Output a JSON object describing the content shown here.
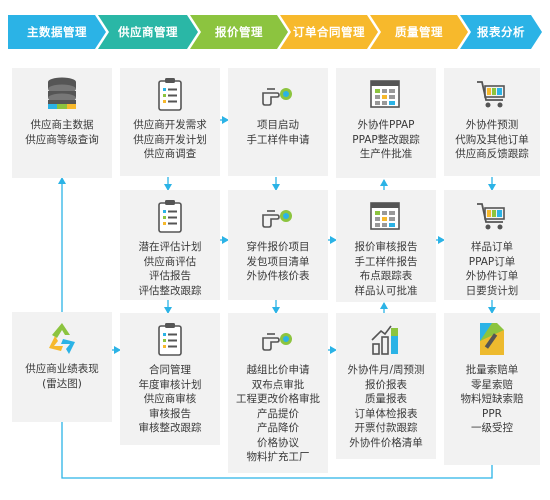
{
  "header": {
    "steps": [
      {
        "label": "主数据管理",
        "color": "#2bb3e6"
      },
      {
        "label": "供应商管理",
        "color": "#2ab7a6"
      },
      {
        "label": "报价管理",
        "color": "#8cc43f"
      },
      {
        "label": "订单合同管理",
        "color": "#f7b92c"
      },
      {
        "label": "质量管理",
        "color": "#f7b92c"
      },
      {
        "label": "报表分析",
        "color": "#2bb3e6"
      }
    ]
  },
  "cards": {
    "master_top": {
      "icon": "database-icon",
      "lines": [
        "供应商主数据",
        "供应商等级查询"
      ]
    },
    "master_bottom": {
      "icon": "recycle-icon",
      "lines": [
        "供应商业绩表现",
        "(雷达图)"
      ]
    },
    "supplier_1": {
      "icon": "checklist-icon",
      "lines": [
        "供应商开发需求",
        "供应商开发计划",
        "供应商调查"
      ]
    },
    "supplier_2": {
      "icon": "checklist-icon",
      "lines": [
        "潜在评估计划",
        "供应商评估",
        "评估报告",
        "评估整改跟踪"
      ]
    },
    "supplier_3": {
      "icon": "checklist-icon",
      "lines": [
        "合同管理",
        "年度审核计划",
        "供应商审核",
        "审核报告",
        "审核整改跟踪"
      ]
    },
    "quote_1": {
      "icon": "hand-pointer-icon",
      "lines": [
        "项目启动",
        "手工样件申请"
      ]
    },
    "quote_2": {
      "icon": "hand-pointer-icon",
      "lines": [
        "穿件报价项目",
        "发包项目清单",
        "外协件核价表"
      ]
    },
    "quote_3": {
      "icon": "hand-pointer-icon",
      "lines": [
        "越组比价申请",
        "双布点审批",
        "工程更改价格审批",
        "产品提价",
        "产品降价",
        "价格协议",
        "物料扩充工厂"
      ]
    },
    "order_1": {
      "icon": "calculator-icon",
      "lines": [
        "外协件PPAP",
        "PPAP整改跟踪",
        "生产件批准"
      ]
    },
    "order_2": {
      "icon": "calculator-icon",
      "lines": [
        "报价审核报告",
        "手工样件报告",
        "布点跟踪表",
        "样品认可批准"
      ]
    },
    "order_3": {
      "icon": "bar-growth-icon",
      "lines": [
        "外协件月/周预测",
        "报价报表",
        "质量报表",
        "订单体检报表",
        "开票付款跟踪",
        "外协件价格清单"
      ]
    },
    "report_1": {
      "icon": "cart-icon",
      "lines": [
        "外协件预测",
        "代购及其他订单",
        "供应商反馈跟踪"
      ]
    },
    "report_2": {
      "icon": "cart-icon",
      "lines": [
        "样品订单",
        "PPAP订单",
        "外协件订单",
        "日要货计划"
      ]
    },
    "report_3": {
      "icon": "report-pen-icon",
      "lines": [
        "批量索赔单",
        "零星索赔",
        "物料短缺索赔",
        "PPR",
        "一级受控"
      ]
    }
  }
}
